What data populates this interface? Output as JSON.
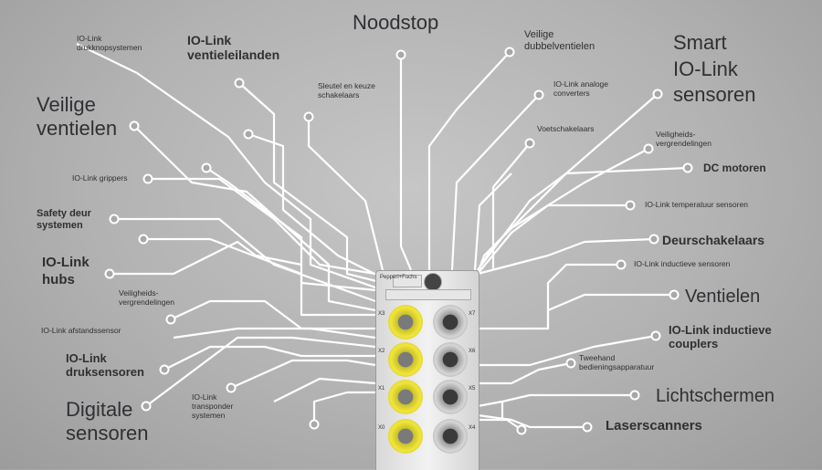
{
  "labels": {
    "noodstop": "Noodstop",
    "iolink_drukknop": "IO-Link\ndrukknopsystemen",
    "iolink_ventieleilanden": "IO-Link\nventieleilanden",
    "sleutel": "Sleutel en keuze\nschakelaars",
    "veilige_dubbel": "Veilige\ndubbelventielen",
    "smart_iolink": "Smart\nIO-Link\nsensoren",
    "iolink_analoge": "IO-Link analoge\nconverters",
    "veilige_ventielen": "Veilige\nventielen",
    "voetschakelaars": "Voetschakelaars",
    "veiligheids1": "Veiligheids-\nvergrendelingen",
    "dc_motoren": "DC motoren",
    "iolink_grippers": "IO-Link grippers",
    "iolink_temp": "IO-Link temperatuur sensoren",
    "safety_deur": "Safety deur\nsystemen",
    "deurschakelaars": "Deurschakelaars",
    "iolink_hubs": "IO-Link\nhubs",
    "iolink_inductieve_sensoren": "IO-Link inductieve sensoren",
    "veiligheids2": "Veiligheids-\nvergrendelingen",
    "ventielen": "Ventielen",
    "iolink_afstand": "IO-Link afstandssensor",
    "iolink_inductieve_couplers": "IO-Link inductieve\ncouplers",
    "iolink_druk": "IO-Link\ndruksensoren",
    "tweehand": "Tweehand\nbedieningsapparatuur",
    "iolink_transponder": "IO-Link\ntransponder\nsystemen",
    "digitale": "Digitale\nsensoren",
    "lichtschermen": "Lichtschermen",
    "laserscanners": "Laserscanners"
  },
  "device": {
    "brand": "Pepperl+Fuchs",
    "ports_left": [
      "X3",
      "X2",
      "X1",
      "X0"
    ],
    "ports_right": [
      "X7",
      "X6",
      "X5",
      "X4"
    ]
  },
  "colors": {
    "line": "#ffffff",
    "text": "#2f3033",
    "port_yellow": "#f2e63a"
  }
}
